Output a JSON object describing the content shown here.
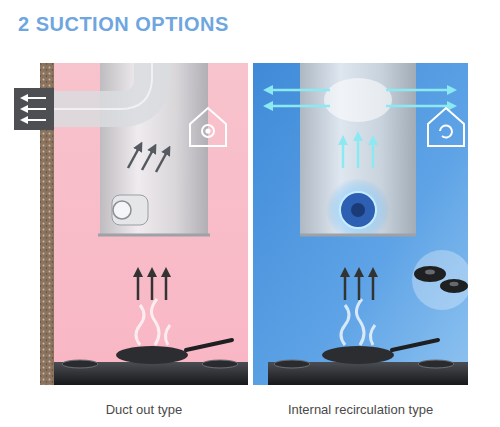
{
  "diagram": {
    "title": "2 SUCTION OPTIONS",
    "nodes": [
      {
        "text": [
          "Duct out type"
        ]
      },
      {
        "text": [
          "Internal recirculation type"
        ]
      }
    ]
  }
}
